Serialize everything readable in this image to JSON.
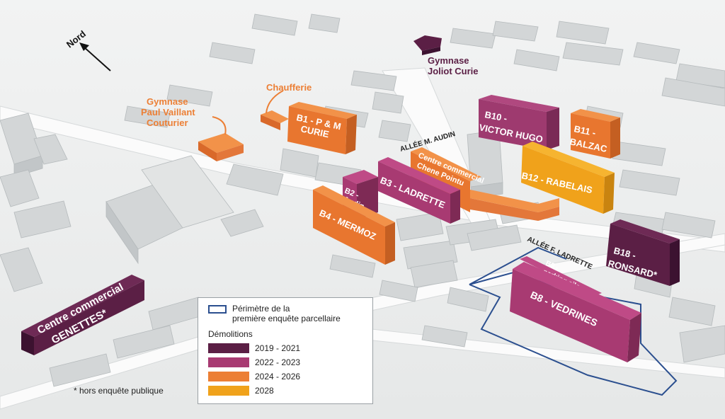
{
  "north_label": "Nord",
  "colors": {
    "2019-2021": "#5b1f45",
    "2022-2023": "#a83a72",
    "2024-2026": "#ec7f35",
    "2028": "#f0a21b",
    "perimeter": "#2b4f8f"
  },
  "buildings": {
    "b1": "B1 - P & M",
    "b1b": "CURIE",
    "b2": "B2 -",
    "b2b": "Audin",
    "b3": "B3 - LADRETTE",
    "b4": "B4 - MERMOZ",
    "b8": "B8 - VEDRINES",
    "b9": "B9 -",
    "b9b": "parking silo",
    "b10": "B10 -",
    "b10b": "VICTOR HUGO",
    "b11": "B11 -",
    "b11b": "BALZAC",
    "b12": "B12 - RABELAIS",
    "b18": "B18 -",
    "b18b": "RONSARD*",
    "genettes": "Centre commercial",
    "genettesb": "GENETTES*",
    "chene": "Centre commercial",
    "cheneb": "Chene Pointu"
  },
  "facilities": {
    "gymnase_joliot_1": "Gymnase",
    "gymnase_joliot_2": "Joliot Curie",
    "chaufferie": "Chaufferie",
    "gymnase_paul_1": "Gymnase",
    "gymnase_paul_2": "Paul Vaillant",
    "gymnase_paul_3": "Couturier"
  },
  "streets": {
    "audin": "ALLÉE M. AUDIN",
    "ladrette": "ALLÉE F. LADRETTE"
  },
  "legend": {
    "perimeter_line1": "Périmètre de la",
    "perimeter_line2": "première enquête parcellaire",
    "demolitions_title": "Démolitions",
    "periods": [
      "2019 - 2021",
      "2022 - 2023",
      "2024 - 2026",
      "2028"
    ]
  },
  "note": "* hors enquête publique"
}
